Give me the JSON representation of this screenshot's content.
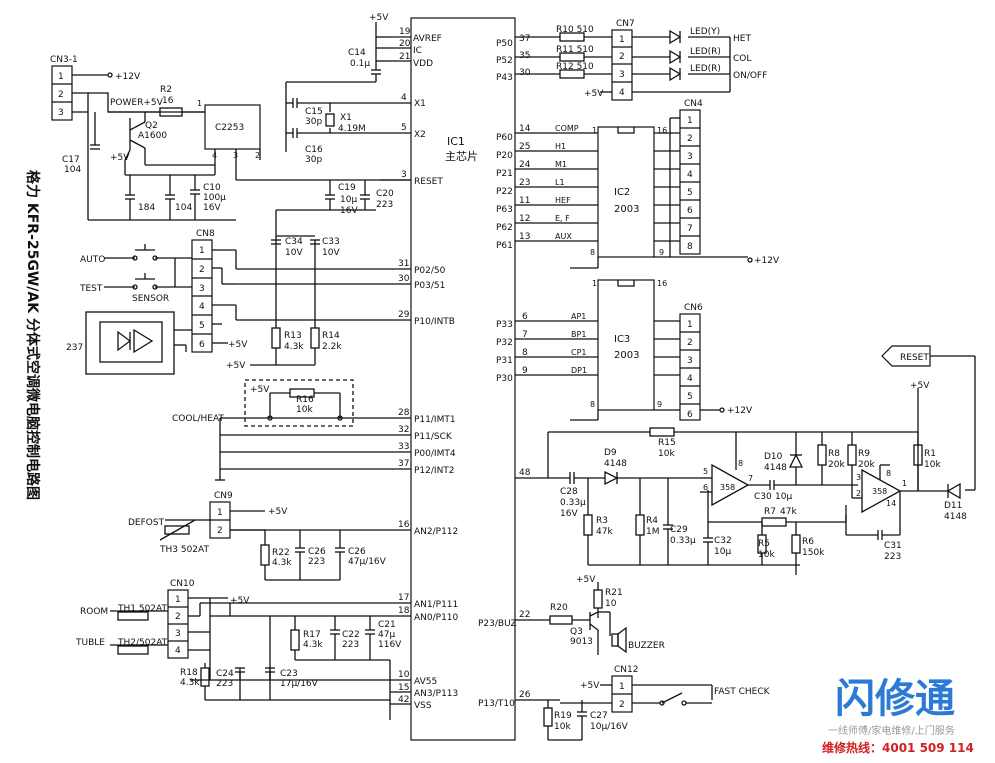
{
  "title": "格力 KFR-25GW/AK 分体式空调微电脑控制电路图",
  "ic1": {
    "name": "IC1",
    "sub": "主芯片"
  },
  "left_pins": [
    {
      "n": "19",
      "l": "AVREF"
    },
    {
      "n": "20",
      "l": "IC"
    },
    {
      "n": "21",
      "l": "VDD"
    },
    {
      "n": "4",
      "l": "X1"
    },
    {
      "n": "5",
      "l": "X2"
    },
    {
      "n": "3",
      "l": "RESET"
    },
    {
      "n": "31",
      "l": "P02/50"
    },
    {
      "n": "30",
      "l": "P03/51"
    },
    {
      "n": "29",
      "l": "P10/INTB"
    },
    {
      "n": "28",
      "l": "P11/IMT1"
    },
    {
      "n": "32",
      "l": "P11/SCK"
    },
    {
      "n": "33",
      "l": "P00/IMT4"
    },
    {
      "n": "37",
      "l": "P12/INT2"
    },
    {
      "n": "16",
      "l": "AN2/P112"
    },
    {
      "n": "17",
      "l": "AN1/P111"
    },
    {
      "n": "18",
      "l": "AN0/P110"
    },
    {
      "n": "10",
      "l": "AV55"
    },
    {
      "n": "15",
      "l": "AN3/P113"
    },
    {
      "n": "42",
      "l": "VSS"
    }
  ],
  "right_pins": [
    {
      "p": "P50",
      "n": "37"
    },
    {
      "p": "P52",
      "n": "35"
    },
    {
      "p": "P43",
      "n": "30"
    },
    {
      "p": "P60",
      "n": "14"
    },
    {
      "p": "P20",
      "n": "25"
    },
    {
      "p": "P21",
      "n": "24"
    },
    {
      "p": "P22",
      "n": "23"
    },
    {
      "p": "P63",
      "n": "11"
    },
    {
      "p": "P62",
      "n": "12"
    },
    {
      "p": "P61",
      "n": "13"
    },
    {
      "p": "P33",
      "n": "6"
    },
    {
      "p": "P32",
      "n": "7"
    },
    {
      "p": "P31",
      "n": "8"
    },
    {
      "p": "P30",
      "n": "9"
    },
    {
      "p": "",
      "n": "48"
    },
    {
      "p": "P23/BUZ",
      "n": "22"
    },
    {
      "p": "P13/T10",
      "n": "26"
    }
  ],
  "ic2": {
    "name": "IC2",
    "part": "2003",
    "pin_in": "1",
    "pin_out": "16",
    "gnd": "8",
    "com": "9",
    "sigs": [
      "COMP",
      "H1",
      "M1",
      "L1",
      "HEF",
      "E, F",
      "AUX"
    ]
  },
  "ic3": {
    "name": "IC3",
    "part": "2003",
    "pin_in": "1",
    "pin_out": "16",
    "gnd": "8",
    "com": "9",
    "sigs": [
      "AP1",
      "BP1",
      "CP1",
      "DP1"
    ]
  },
  "cn4": {
    "name": "CN4",
    "pins": [
      "1",
      "2",
      "3",
      "4",
      "5",
      "6",
      "7",
      "8"
    ],
    "supply": "+12V"
  },
  "cn6": {
    "name": "CN6",
    "pins": [
      "1",
      "2",
      "3",
      "4",
      "5",
      "6"
    ],
    "supply": "+12V"
  },
  "cn7": {
    "name": "CN7",
    "pins": [
      "1",
      "2",
      "3",
      "4"
    ],
    "supply": "+5V",
    "res": [
      "R10 510",
      "R11 510",
      "R12 510"
    ],
    "leds": [
      "LED(Y)",
      "LED(R)",
      "LED(R)"
    ],
    "labels": [
      "HET",
      "COL",
      "ON/OFF"
    ]
  },
  "cn3": {
    "name": "CN3-1",
    "pins": [
      "1",
      "2",
      "3"
    ],
    "v12": "+12V"
  },
  "power": {
    "label": "POWER+5V",
    "r2": "R2",
    "r2v": "16",
    "q2": "Q2",
    "q2p": "A1600",
    "reg": "C2253",
    "c17": "C17",
    "c17v": "104",
    "c184": "184",
    "c104": "104",
    "c10": "C10",
    "c10v1": "100μ",
    "c10v2": "16V",
    "p1": "1",
    "p4": "4",
    "p3": "3",
    "p2": "2",
    "vcc": "+5V"
  },
  "osc": {
    "vcc": "+5V",
    "c14": "C14",
    "c14v": "0.1μ",
    "c15": "C15",
    "c15v": "30p",
    "x1": "X1",
    "x1v": "4.19M",
    "c16": "C16",
    "c16v": "30p"
  },
  "rst": {
    "c19": "C19",
    "c19v1": "10μ",
    "c19v2": "16V",
    "c20": "C20",
    "c20v": "223"
  },
  "cn8": {
    "name": "CN8",
    "pins": [
      "1",
      "2",
      "3",
      "4",
      "5",
      "6"
    ],
    "auto": "AUTO",
    "test": "TEST",
    "sensor": "SENSOR",
    "rx": "237",
    "vcc": "+5V",
    "c34": "C34",
    "c34v": "10V",
    "c33": "C33",
    "c33v": "10V",
    "r13": "R13",
    "r13v": "4.3k",
    "r14": "R14",
    "r14v": "2.2k"
  },
  "cool": {
    "label": "COOL/HEAT",
    "vcc": "+5V",
    "r16": "R16",
    "r16v": "10k"
  },
  "cn9": {
    "name": "CN9",
    "pins": [
      "1",
      "2"
    ],
    "vcc": "+5V",
    "defost": "DEFOST",
    "th3": "TH3 502AT",
    "r22": "R22",
    "r22v": "4.3k",
    "c26": "C26",
    "c26v": "223",
    "c26b": "C26",
    "c26bv": "47μ/16V"
  },
  "cn10": {
    "name": "CN10",
    "pins": [
      "1",
      "2",
      "3",
      "4"
    ],
    "vcc": "+5V",
    "room": "ROOM",
    "th1": "TH1 502AT",
    "tube": "TUBLE",
    "th2": "TH2/502AT",
    "r17": "R17",
    "r17v": "4.3k",
    "c22": "C22",
    "c22v": "223",
    "c21": "C21",
    "c21v1": "47μ",
    "c21v2": "116V",
    "r18": "R18",
    "r18v": "4.3k",
    "c24": "C24",
    "c24v": "223",
    "c23": "C23",
    "c23v": "17μ/16V"
  },
  "reset_circuit": {
    "reset": "RESET",
    "vcc": "+5V",
    "c28": "C28",
    "c28v1": "0.33μ",
    "c28v2": "16V",
    "d9": "D9",
    "d9v": "4148",
    "r15": "R15",
    "r15v": "10k",
    "r3": "R3",
    "r3v": "47k",
    "r4": "R4",
    "r4v": "1M",
    "c29": "C29",
    "c29v": "0.33μ",
    "c32": "C32",
    "c32v": "10μ",
    "u1": "358",
    "u1a": "5",
    "u1b": "6",
    "u1c": "7",
    "u1d": "8",
    "c30": "C30",
    "c30v": "10μ",
    "d10": "D10",
    "d10v": "4148",
    "r5": "R5",
    "r5v": "10k",
    "r7": "R7",
    "r7v": "47k",
    "r6": "R6",
    "r6v": "150k",
    "r8": "R8",
    "r8v": "20k",
    "r9": "R9",
    "r9v": "20k",
    "u2": "358",
    "u2a": "3",
    "u2b": "2",
    "u2c": "1",
    "u2d": "8",
    "u2e": "14",
    "r1": "R1",
    "r1v": "10k",
    "c31": "C31",
    "c31v": "223",
    "d11": "D11",
    "d11v": "4148"
  },
  "buzzer": {
    "vcc": "+5V",
    "r21": "R21",
    "r21v": "10",
    "r20": "R20",
    "q3": "Q3",
    "q3v": "9013",
    "label": "BUZZER"
  },
  "cn12": {
    "name": "CN12",
    "pins": [
      "1",
      "2"
    ],
    "vcc": "+5V",
    "label": "FAST CHECK",
    "r19": "R19",
    "r19v": "10k",
    "c27": "C27",
    "c27v": "10μ/16V"
  },
  "watermark": {
    "brand": "闪修通",
    "slogan": "一线师傅/家电维修/上门服务",
    "hotline": "维修热线：4001 509 114",
    "brand_color": "#2b7bd6",
    "hotline_color": "#d21f1f"
  }
}
